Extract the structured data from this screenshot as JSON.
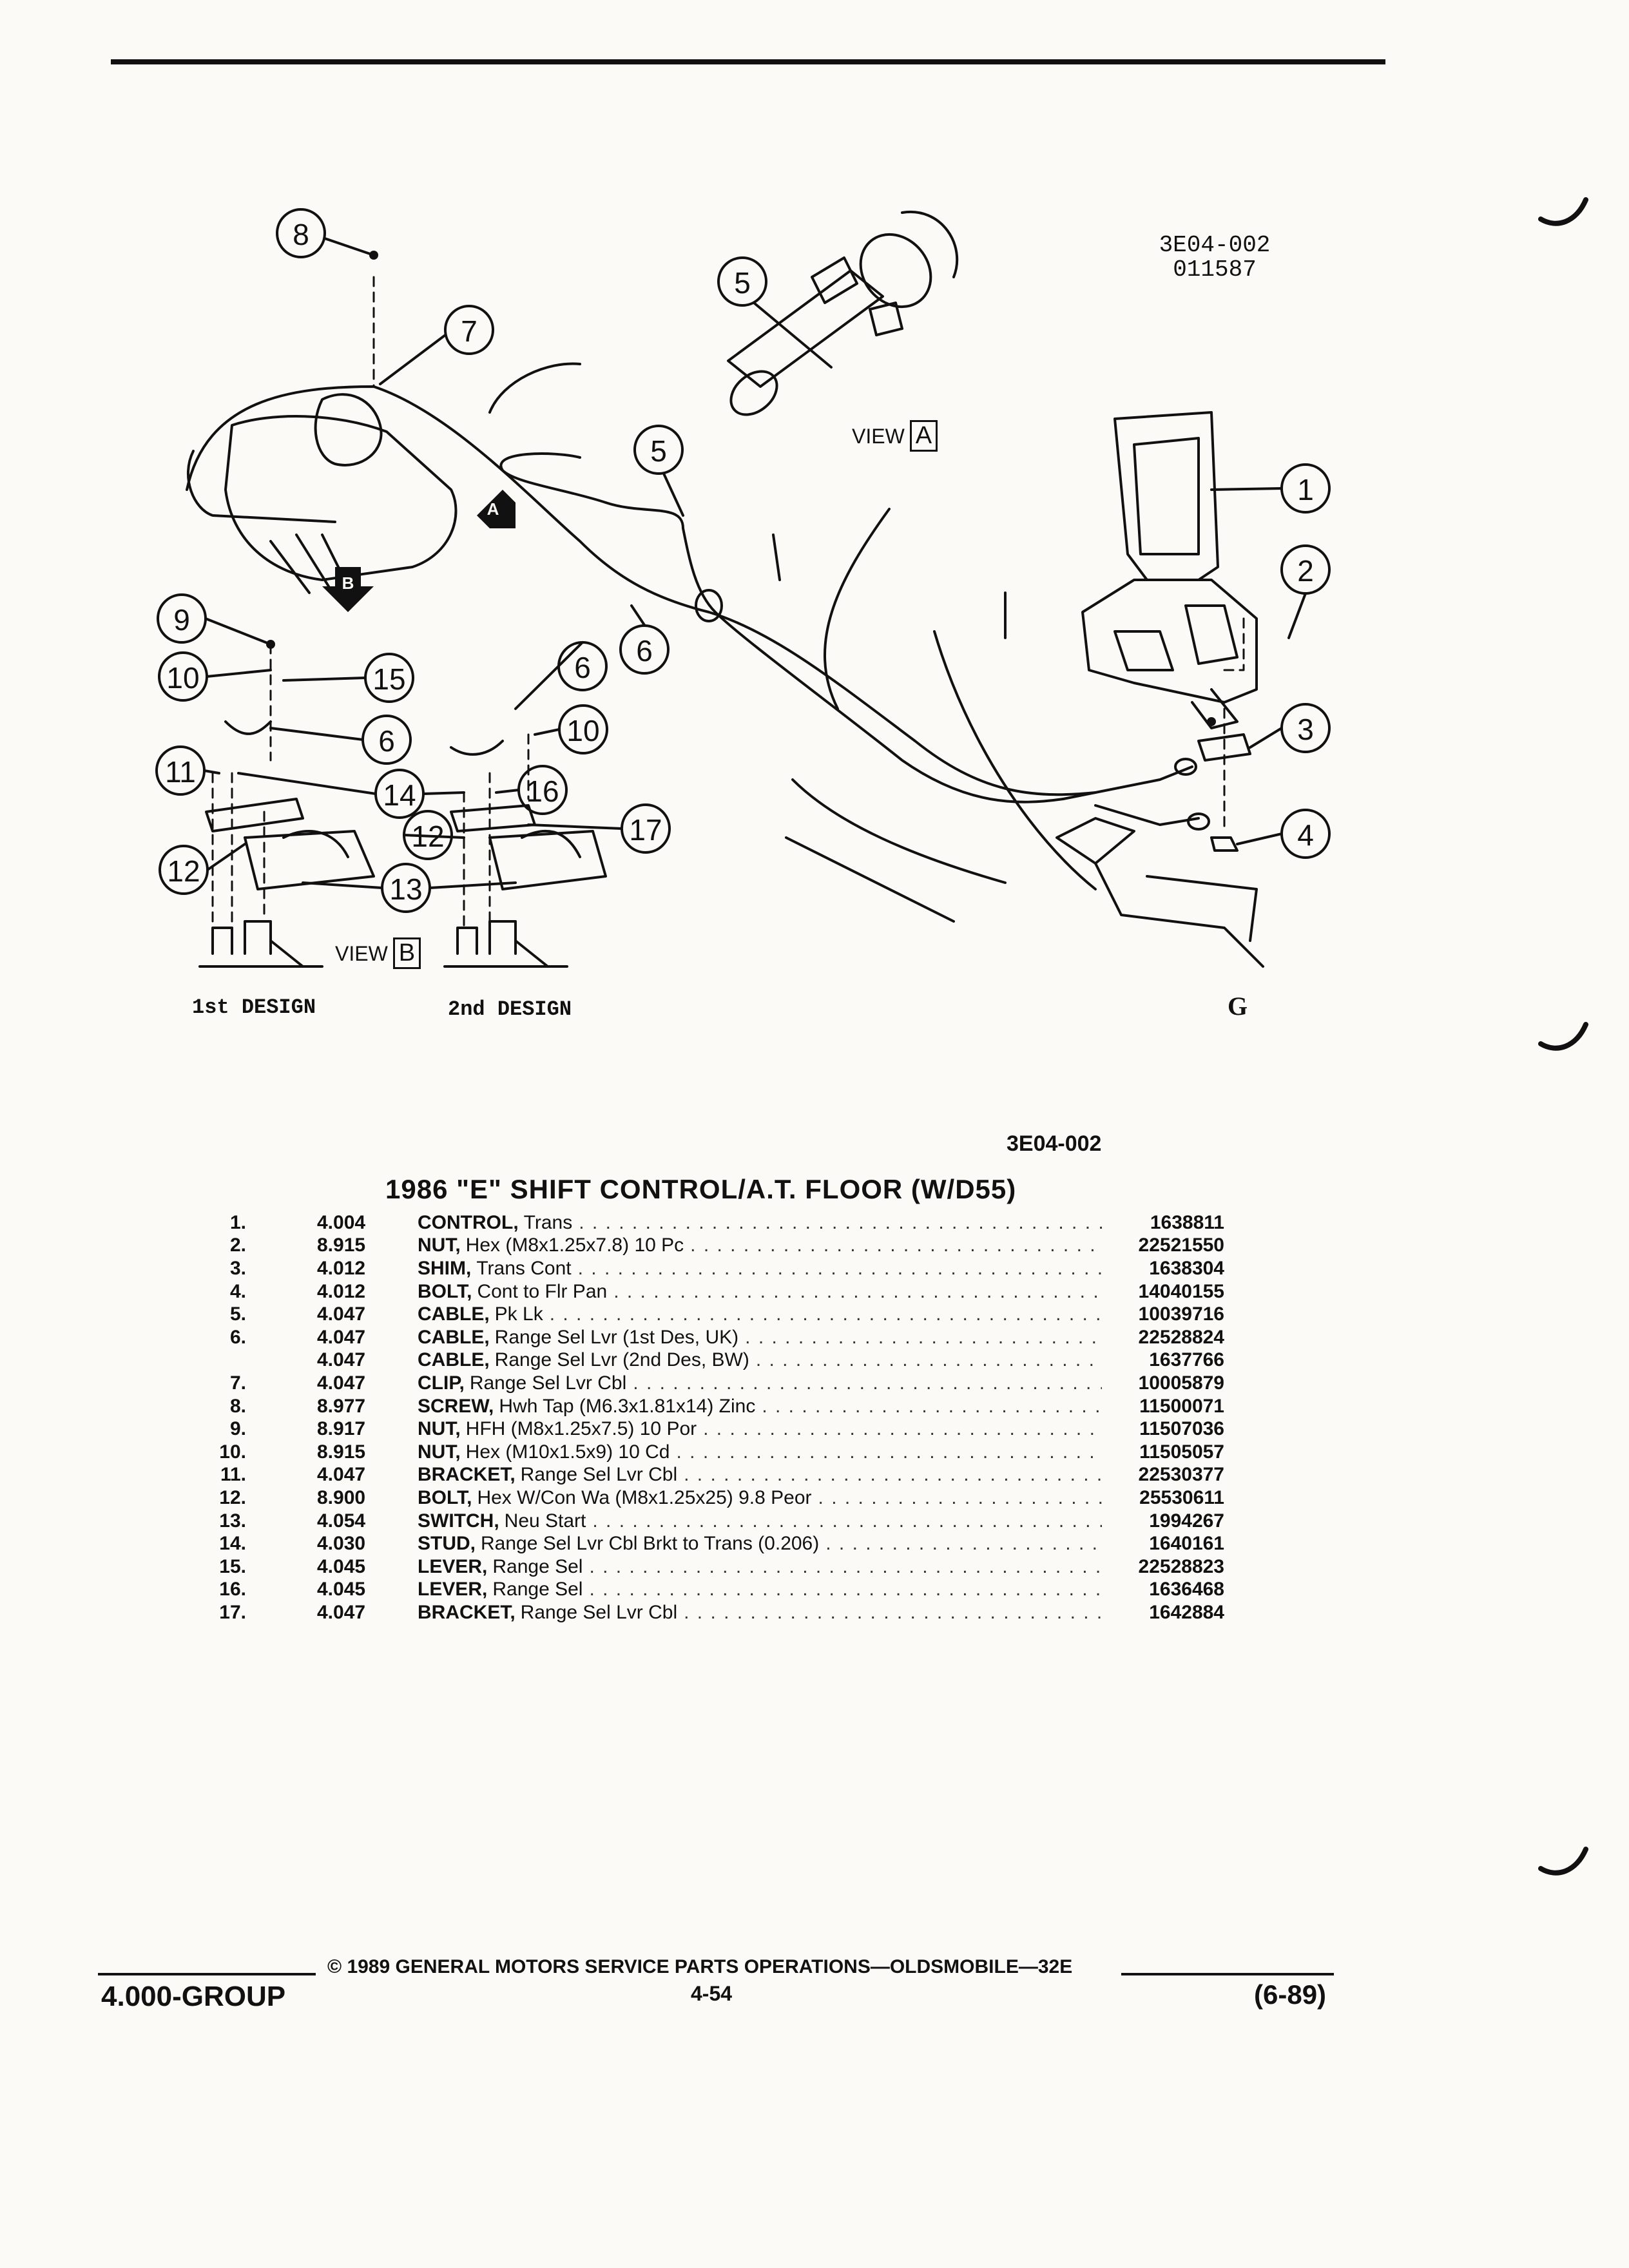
{
  "header": {
    "ref_id_line1": "3E04-002",
    "ref_id_line2": "011587"
  },
  "diagram": {
    "callouts": [
      "8",
      "7",
      "5",
      "5",
      "1",
      "2",
      "9",
      "10",
      "15",
      "6",
      "6",
      "6",
      "10",
      "11",
      "14",
      "16",
      "12",
      "17",
      "12",
      "13",
      "3",
      "4"
    ],
    "views": {
      "a_label": "VIEW",
      "a_letter": "A",
      "b_label": "VIEW",
      "b_letter": "B",
      "arrow_a": "A",
      "arrow_b": "B"
    },
    "design_labels": {
      "first": "1st DESIGN",
      "second": "2nd DESIGN"
    },
    "logo": "G",
    "illustration_code": "3E04-002"
  },
  "parts_list": {
    "title": "1986 \"E\" SHIFT CONTROL/A.T. FLOOR (W/D55)",
    "rows": [
      {
        "num": "1.",
        "group": "4.004",
        "name": "CONTROL,",
        "desc": "Trans",
        "part": "1638811"
      },
      {
        "num": "2.",
        "group": "8.915",
        "name": "NUT,",
        "desc": "Hex (M8x1.25x7.8) 10 Pc",
        "part": "22521550"
      },
      {
        "num": "3.",
        "group": "4.012",
        "name": "SHIM,",
        "desc": "Trans Cont",
        "part": "1638304"
      },
      {
        "num": "4.",
        "group": "4.012",
        "name": "BOLT,",
        "desc": "Cont to Flr Pan",
        "part": "14040155"
      },
      {
        "num": "5.",
        "group": "4.047",
        "name": "CABLE,",
        "desc": "Pk Lk",
        "part": "10039716"
      },
      {
        "num": "6.",
        "group": "4.047",
        "name": "CABLE,",
        "desc": "Range Sel Lvr (1st Des, UK)",
        "part": "22528824"
      },
      {
        "num": "",
        "group": "4.047",
        "name": "CABLE,",
        "desc": "Range Sel Lvr (2nd Des, BW)",
        "part": "1637766"
      },
      {
        "num": "7.",
        "group": "4.047",
        "name": "CLIP,",
        "desc": "Range Sel Lvr Cbl",
        "part": "10005879"
      },
      {
        "num": "8.",
        "group": "8.977",
        "name": "SCREW,",
        "desc": "Hwh Tap (M6.3x1.81x14) Zinc",
        "part": "11500071"
      },
      {
        "num": "9.",
        "group": "8.917",
        "name": "NUT,",
        "desc": "HFH (M8x1.25x7.5) 10 Por",
        "part": "11507036"
      },
      {
        "num": "10.",
        "group": "8.915",
        "name": "NUT,",
        "desc": "Hex (M10x1.5x9) 10 Cd",
        "part": "11505057"
      },
      {
        "num": "11.",
        "group": "4.047",
        "name": "BRACKET,",
        "desc": "Range Sel Lvr Cbl",
        "part": "22530377"
      },
      {
        "num": "12.",
        "group": "8.900",
        "name": "BOLT,",
        "desc": "Hex W/Con Wa (M8x1.25x25) 9.8 Peor",
        "part": "25530611"
      },
      {
        "num": "13.",
        "group": "4.054",
        "name": "SWITCH,",
        "desc": "Neu Start",
        "part": "1994267"
      },
      {
        "num": "14.",
        "group": "4.030",
        "name": "STUD,",
        "desc": "Range Sel Lvr Cbl Brkt to Trans (0.206)",
        "part": "1640161"
      },
      {
        "num": "15.",
        "group": "4.045",
        "name": "LEVER,",
        "desc": "Range Sel",
        "part": "22528823"
      },
      {
        "num": "16.",
        "group": "4.045",
        "name": "LEVER,",
        "desc": "Range Sel",
        "part": "1636468"
      },
      {
        "num": "17.",
        "group": "4.047",
        "name": "BRACKET,",
        "desc": "Range Sel Lvr Cbl",
        "part": "1642884"
      }
    ],
    "leader_dots": ". . . . . . . . . . . . . . . . . . . . . . . . . . . . . . . . . . . . . . . . . . . . . . . . . . . . . . . . . . . . . . . . ."
  },
  "footer": {
    "copyright": "© 1989 GENERAL MOTORS SERVICE PARTS OPERATIONS—OLDSMOBILE—32E",
    "group": "4.000-GROUP",
    "page": "4-54",
    "date": "(6-89)"
  }
}
